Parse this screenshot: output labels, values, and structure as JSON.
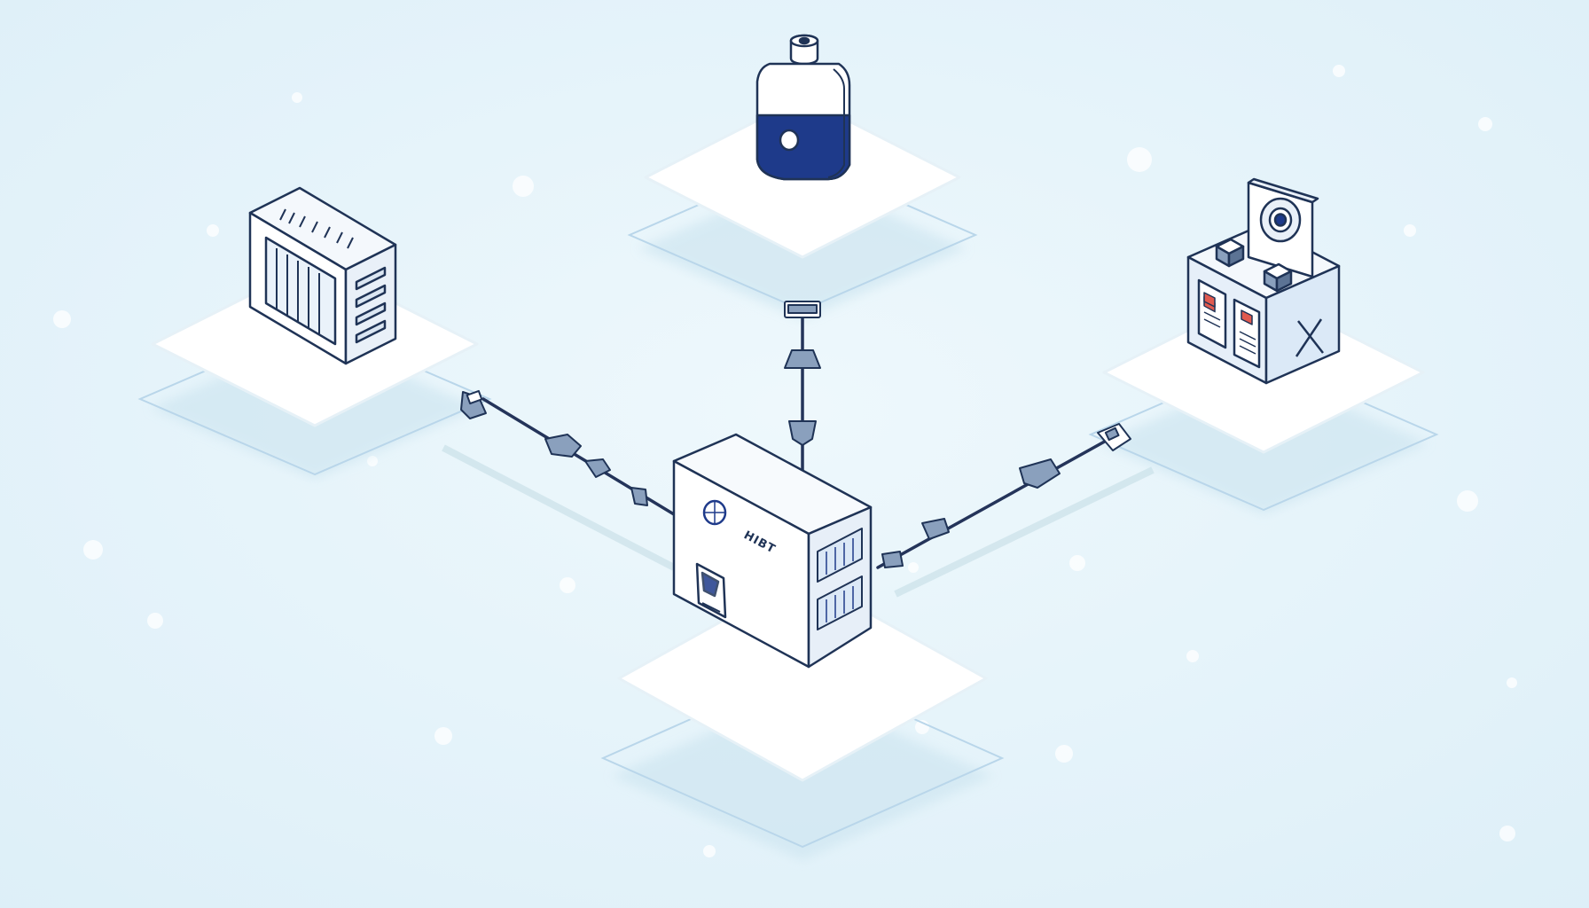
{
  "diagram": {
    "type": "isometric-hub-and-spoke",
    "hub": {
      "label": "HIBT",
      "icon": "server-cabinet-icon"
    },
    "nodes": [
      {
        "id": "left",
        "icon": "server-rack-icon"
      },
      {
        "id": "top",
        "icon": "bottle-device-icon"
      },
      {
        "id": "right",
        "icon": "workstation-console-icon"
      }
    ],
    "connectors": [
      "hub-to-left",
      "hub-to-top",
      "hub-to-right"
    ]
  },
  "colors": {
    "background": "#e8f5fb",
    "platform": "#ffffff",
    "platform_shadow": "#d8ebf4",
    "outline": "#1f3356",
    "navy": "#1e3a8a",
    "accent_red": "#e05a4f",
    "cable": "#24345a",
    "connector_fill": "#8aa0bd"
  }
}
